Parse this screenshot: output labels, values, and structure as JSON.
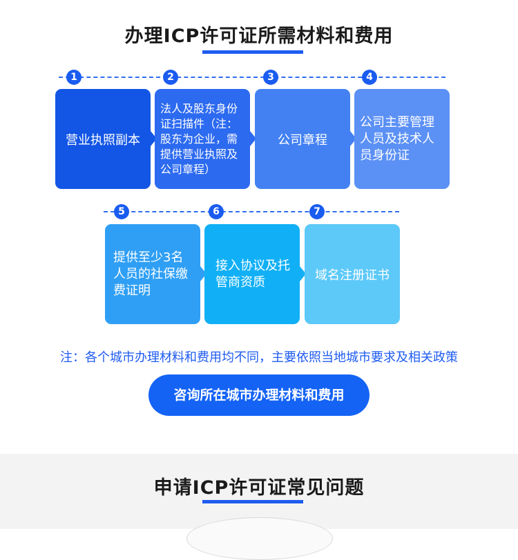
{
  "section1": {
    "title": "办理ICP许可证所需材料和费用"
  },
  "steps": [
    {
      "num": "1",
      "text": "营业执照副本"
    },
    {
      "num": "2",
      "text": "法人及股东身份证扫描件（注：股东为企业，需提供营业执照及公司章程）"
    },
    {
      "num": "3",
      "text": "公司章程"
    },
    {
      "num": "4",
      "text": "公司主要管理人员及技术人员身份证"
    },
    {
      "num": "5",
      "text": "提供至少3名人员的社保缴费证明"
    },
    {
      "num": "6",
      "text": "接入协议及托管商资质"
    },
    {
      "num": "7",
      "text": "域名注册证书"
    }
  ],
  "note": "注：各个城市办理材料和费用均不同，主要依照当地城市要求及相关政策",
  "cta": "咨询所在城市办理材料和费用",
  "section2": {
    "title": "申请ICP许可证常见问题"
  },
  "colors": {
    "accent": "#1e5bf0",
    "step_colors": [
      "#1356e6",
      "#2c6af0",
      "#4381f3",
      "#5b90f5",
      "#2f9ff5",
      "#11b0f6",
      "#5cc9f9"
    ]
  }
}
